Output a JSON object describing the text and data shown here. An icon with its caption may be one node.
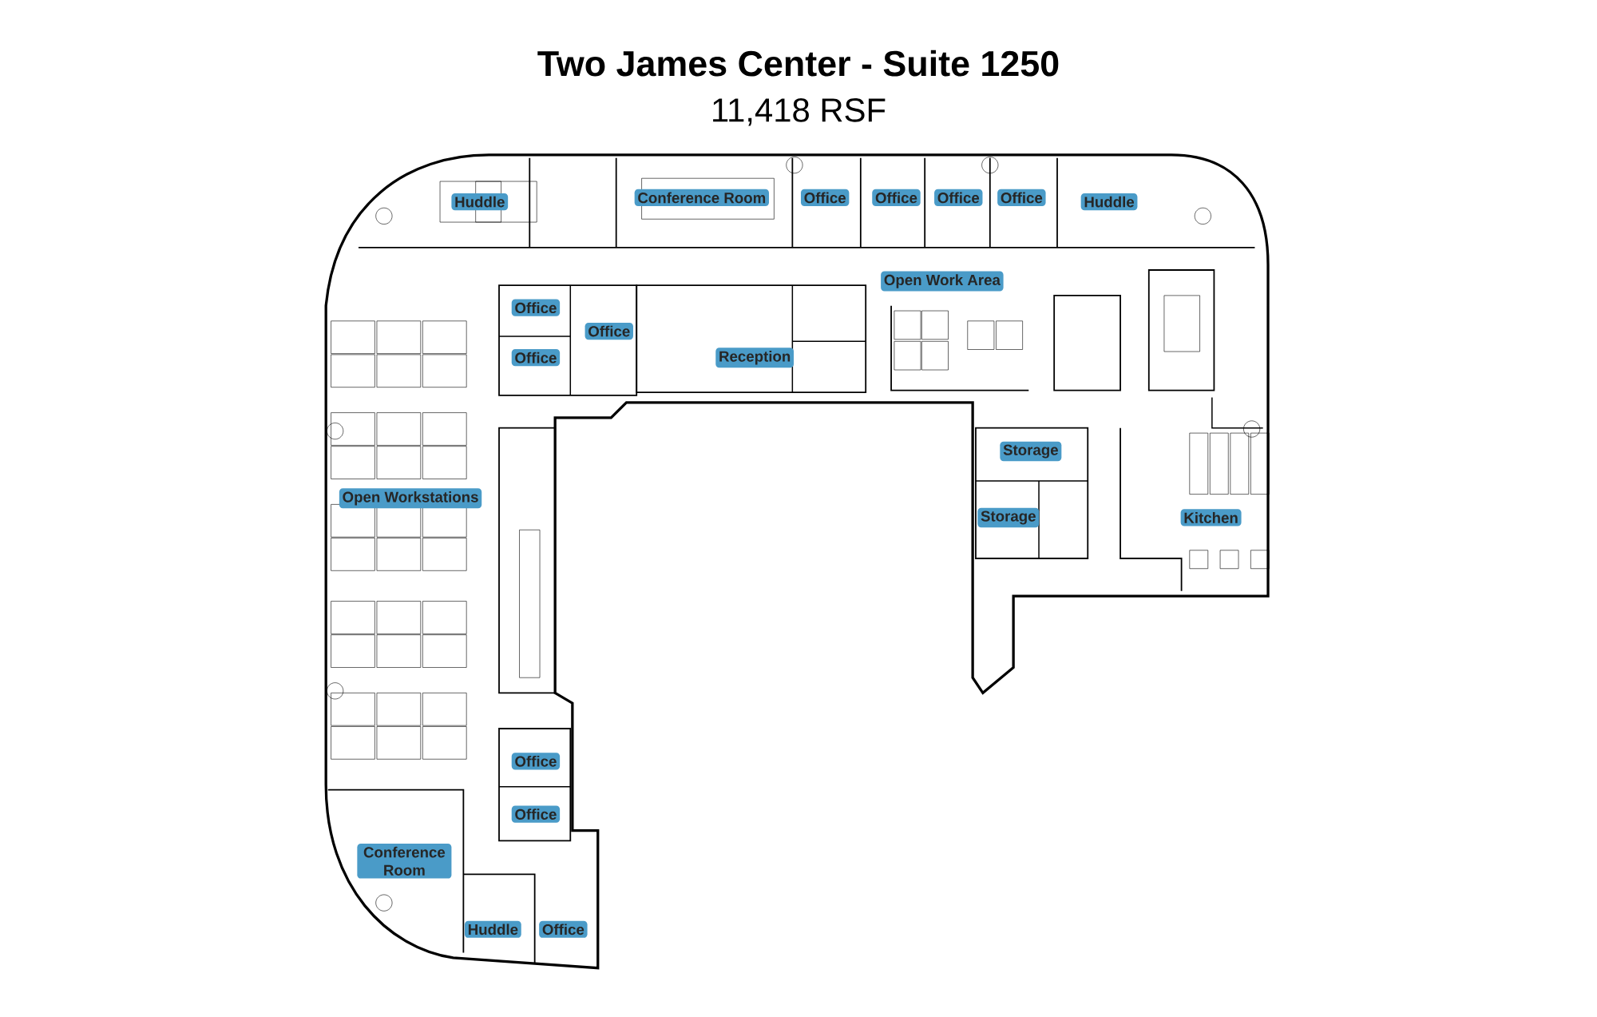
{
  "diagram": {
    "title": "Two James Center - Suite 1250",
    "nodes": [
      {
        "text": [
          "Huddle"
        ]
      },
      {
        "text": [
          "Conference Room"
        ]
      },
      {
        "text": [
          "Office"
        ]
      },
      {
        "text": [
          "Office"
        ]
      },
      {
        "text": [
          "Office"
        ]
      },
      {
        "text": [
          "Office"
        ]
      },
      {
        "text": [
          "Huddle"
        ]
      },
      {
        "text": [
          "Open Work Area"
        ]
      },
      {
        "text": [
          "Office"
        ]
      },
      {
        "text": [
          "Office"
        ]
      },
      {
        "text": [
          "Office"
        ]
      },
      {
        "text": [
          "Reception"
        ]
      },
      {
        "text": [
          "Storage"
        ]
      },
      {
        "text": [
          "Open Workstations"
        ]
      },
      {
        "text": [
          "Storage"
        ]
      },
      {
        "text": [
          "Kitchen"
        ]
      },
      {
        "text": [
          "Office"
        ]
      },
      {
        "text": [
          "Office"
        ]
      },
      {
        "text": [
          "Conference Room"
        ]
      },
      {
        "text": [
          "Huddle"
        ]
      },
      {
        "text": [
          "Office"
        ]
      }
    ],
    "labels": [
      "11,418 RSF"
    ]
  }
}
